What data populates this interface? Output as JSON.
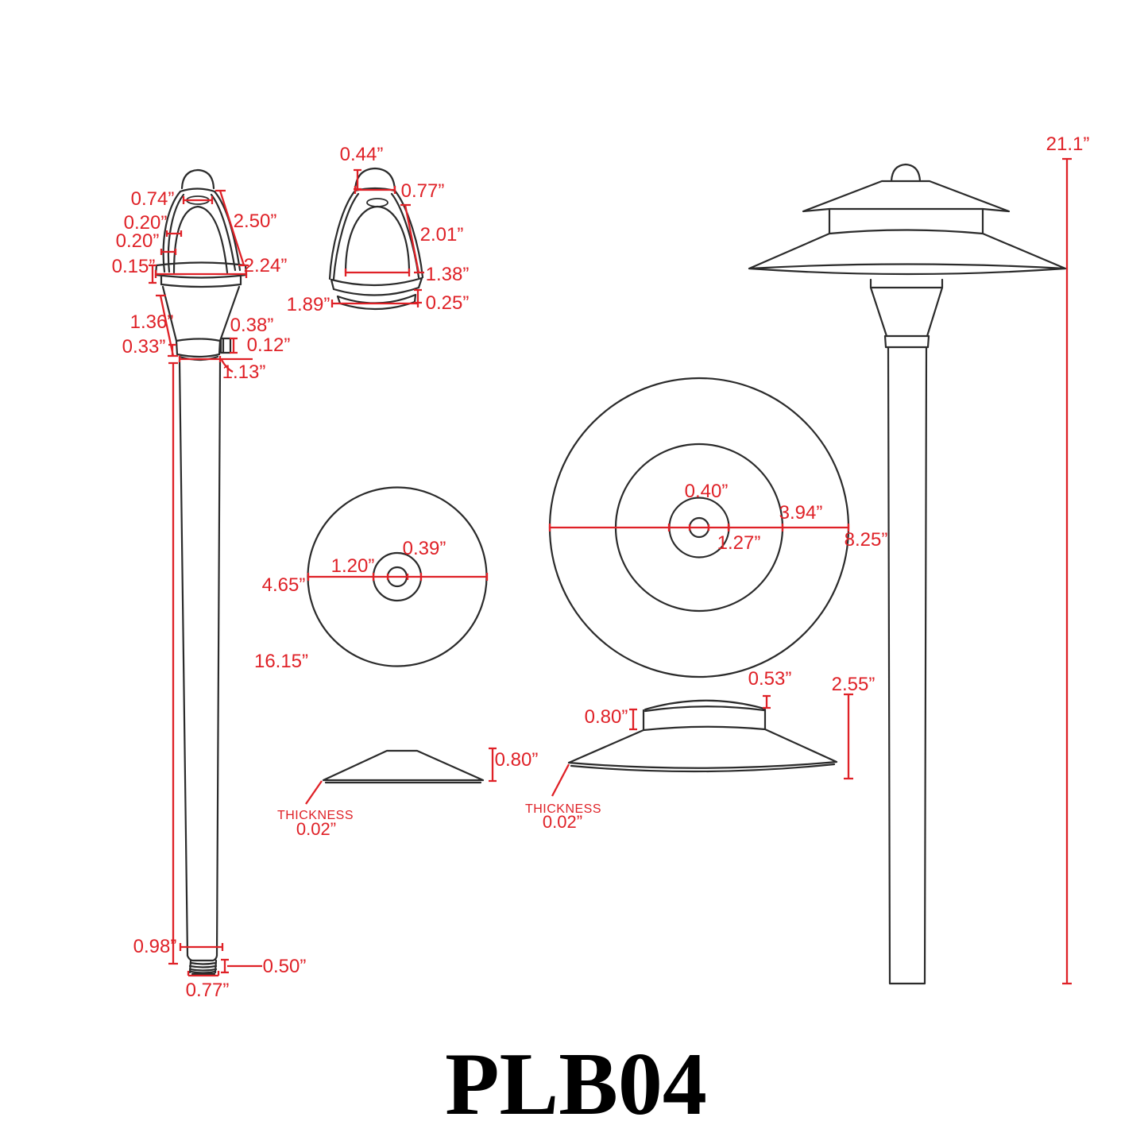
{
  "title": "PLB04",
  "colors": {
    "dimension_red": "#df2127",
    "line_black": "#2b2b2b",
    "title_black": "#000000",
    "background": "#ffffff"
  },
  "dimensions": {
    "head_side": {
      "top_opening_width": "0.74”",
      "glass_height": "2.50”",
      "upper_wall_thickness": "0.20”",
      "lower_wall_thickness": "0.20”",
      "drip_ring_height": "0.15”",
      "drip_ring_width": "2.24”",
      "socket_cone_height": "1.36”",
      "set_screw_height": "0.38”",
      "collar_height": "0.33”",
      "set_screw_width": "0.12”",
      "neck_width": "1.13”"
    },
    "head_front": {
      "finial_height": "0.44”",
      "finial_width": "0.77”",
      "glass_height": "2.01”",
      "opening_width": "1.38”",
      "rim_height": "0.25”",
      "base_width": "1.89”"
    },
    "assembled": {
      "overall_height": "21.1”"
    },
    "stem": {
      "length": "16.15”",
      "diameter": "0.98”",
      "thread_length": "0.50”",
      "thread_diameter": "0.77”"
    },
    "small_disc": {
      "outer_diameter": "4.65”",
      "hub_diameter": "1.20”",
      "hole_diameter": "0.39”"
    },
    "large_disc": {
      "outer_diameter": "8.25”",
      "mid_diameter": "3.94”",
      "hub_diameter": "1.27”",
      "hole_diameter": "0.40”"
    },
    "small_shade_section": {
      "height": "0.80”",
      "thickness_label": "THICKNESS",
      "thickness_value": "0.02”"
    },
    "large_shade_section": {
      "crown_height": "0.53”",
      "overall_height": "2.55”",
      "band_height": "0.80”",
      "thickness_label": "THICKNESS",
      "thickness_value": "0.02”"
    }
  }
}
